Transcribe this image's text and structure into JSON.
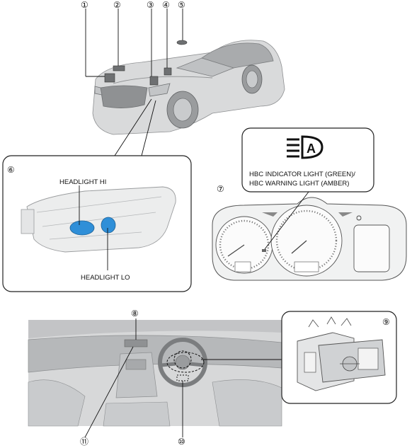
{
  "callouts": [
    "①",
    "②",
    "③",
    "④",
    "⑤",
    "⑥",
    "⑦",
    "⑧",
    "⑨",
    "⑩",
    "⑪"
  ],
  "labels": {
    "headlight_hi": "HEADLIGHT HI",
    "headlight_lo": "HEADLIGHT LO",
    "hbc_line1": "HBC INDICATOR LIGHT (GREEN)/",
    "hbc_line2": "HBC WARNING LIGHT (AMBER)"
  },
  "icons": {
    "hbc": "auto-high-beam-icon"
  },
  "colors": {
    "headlight_blue": "#2f8fd8",
    "car_body": "#d9dadb",
    "outline": "#222222"
  }
}
